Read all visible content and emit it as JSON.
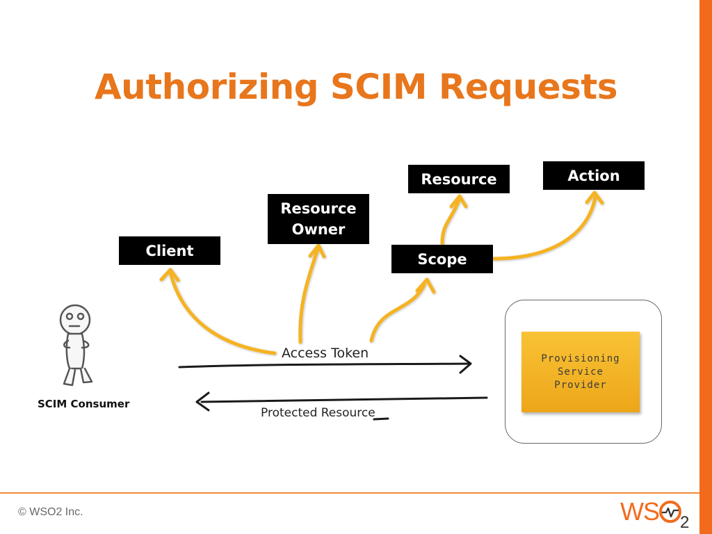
{
  "slide": {
    "title": "Authorizing SCIM Requests",
    "footer_copyright": "© WSO2 Inc.",
    "logo_text": "WSO2"
  },
  "diagram": {
    "nodes": {
      "client": "Client",
      "resource_owner": "Resource Owner",
      "scope": "Scope",
      "resource": "Resource",
      "action": "Action"
    },
    "access_token_label": "Access Token",
    "protected_resource_label": "Protected Resource",
    "consumer_label": "SCIM Consumer",
    "provider_label": "Provisioning Service Provider"
  },
  "colors": {
    "title": "#e8761c",
    "accent_bar": "#f26b1d",
    "arrow_curve": "#f5b324",
    "provider_fill": "#f3b42a"
  }
}
